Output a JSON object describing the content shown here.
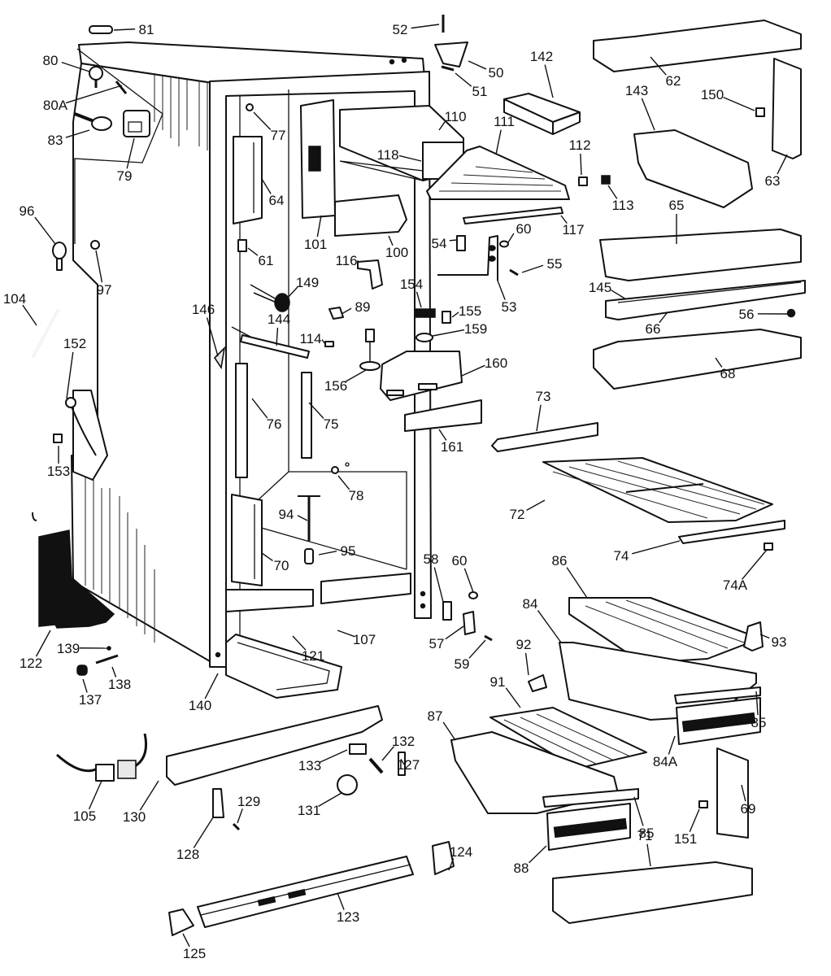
{
  "diagram": {
    "type": "exploded-parts-diagram",
    "subject": "refrigerator cabinet and fresh-food compartment parts",
    "callouts": [
      {
        "id": "81",
        "label": "81"
      },
      {
        "id": "80",
        "label": "80"
      },
      {
        "id": "80A",
        "label": "80A"
      },
      {
        "id": "83",
        "label": "83"
      },
      {
        "id": "79",
        "label": "79"
      },
      {
        "id": "96",
        "label": "96"
      },
      {
        "id": "97",
        "label": "97"
      },
      {
        "id": "104",
        "label": "104"
      },
      {
        "id": "152",
        "label": "152"
      },
      {
        "id": "153",
        "label": "153"
      },
      {
        "id": "122",
        "label": "122"
      },
      {
        "id": "139",
        "label": "139"
      },
      {
        "id": "138",
        "label": "138"
      },
      {
        "id": "137",
        "label": "137"
      },
      {
        "id": "140",
        "label": "140"
      },
      {
        "id": "77",
        "label": "77"
      },
      {
        "id": "64",
        "label": "64"
      },
      {
        "id": "61",
        "label": "61"
      },
      {
        "id": "149",
        "label": "149"
      },
      {
        "id": "146",
        "label": "146"
      },
      {
        "id": "144",
        "label": "144"
      },
      {
        "id": "76",
        "label": "76"
      },
      {
        "id": "75",
        "label": "75"
      },
      {
        "id": "78",
        "label": "78"
      },
      {
        "id": "94",
        "label": "94"
      },
      {
        "id": "95",
        "label": "95"
      },
      {
        "id": "70",
        "label": "70"
      },
      {
        "id": "121",
        "label": "121"
      },
      {
        "id": "107",
        "label": "107"
      },
      {
        "id": "101",
        "label": "101"
      },
      {
        "id": "100",
        "label": "100"
      },
      {
        "id": "116",
        "label": "116"
      },
      {
        "id": "89",
        "label": "89"
      },
      {
        "id": "114",
        "label": "114"
      },
      {
        "id": "156",
        "label": "156"
      },
      {
        "id": "154",
        "label": "154"
      },
      {
        "id": "155",
        "label": "155"
      },
      {
        "id": "159",
        "label": "159"
      },
      {
        "id": "160",
        "label": "160"
      },
      {
        "id": "161",
        "label": "161"
      },
      {
        "id": "52",
        "label": "52"
      },
      {
        "id": "50",
        "label": "50"
      },
      {
        "id": "51",
        "label": "51"
      },
      {
        "id": "110",
        "label": "110"
      },
      {
        "id": "118",
        "label": "118"
      },
      {
        "id": "111",
        "label": "111"
      },
      {
        "id": "112",
        "label": "112"
      },
      {
        "id": "113",
        "label": "113"
      },
      {
        "id": "117",
        "label": "117"
      },
      {
        "id": "54",
        "label": "54"
      },
      {
        "id": "60a",
        "label": "60"
      },
      {
        "id": "55",
        "label": "55"
      },
      {
        "id": "53",
        "label": "53"
      },
      {
        "id": "142",
        "label": "142"
      },
      {
        "id": "143",
        "label": "143"
      },
      {
        "id": "62",
        "label": "62"
      },
      {
        "id": "150",
        "label": "150"
      },
      {
        "id": "63",
        "label": "63"
      },
      {
        "id": "65",
        "label": "65"
      },
      {
        "id": "145",
        "label": "145"
      },
      {
        "id": "66",
        "label": "66"
      },
      {
        "id": "56",
        "label": "56"
      },
      {
        "id": "68",
        "label": "68"
      },
      {
        "id": "73",
        "label": "73"
      },
      {
        "id": "72",
        "label": "72"
      },
      {
        "id": "74",
        "label": "74"
      },
      {
        "id": "74A",
        "label": "74A"
      },
      {
        "id": "58",
        "label": "58"
      },
      {
        "id": "60b",
        "label": "60"
      },
      {
        "id": "57",
        "label": "57"
      },
      {
        "id": "59",
        "label": "59"
      },
      {
        "id": "86",
        "label": "86"
      },
      {
        "id": "84",
        "label": "84"
      },
      {
        "id": "93",
        "label": "93"
      },
      {
        "id": "92",
        "label": "92"
      },
      {
        "id": "91",
        "label": "91"
      },
      {
        "id": "85a",
        "label": "85"
      },
      {
        "id": "84A",
        "label": "84A"
      },
      {
        "id": "87",
        "label": "87"
      },
      {
        "id": "85b",
        "label": "85"
      },
      {
        "id": "88",
        "label": "88"
      },
      {
        "id": "69",
        "label": "69"
      },
      {
        "id": "151",
        "label": "151"
      },
      {
        "id": "71",
        "label": "71"
      },
      {
        "id": "105",
        "label": "105"
      },
      {
        "id": "130",
        "label": "130"
      },
      {
        "id": "133",
        "label": "133"
      },
      {
        "id": "132",
        "label": "132"
      },
      {
        "id": "127",
        "label": "127"
      },
      {
        "id": "131",
        "label": "131"
      },
      {
        "id": "129",
        "label": "129"
      },
      {
        "id": "128",
        "label": "128"
      },
      {
        "id": "124",
        "label": "124"
      },
      {
        "id": "123",
        "label": "123"
      },
      {
        "id": "125",
        "label": "125"
      }
    ]
  }
}
